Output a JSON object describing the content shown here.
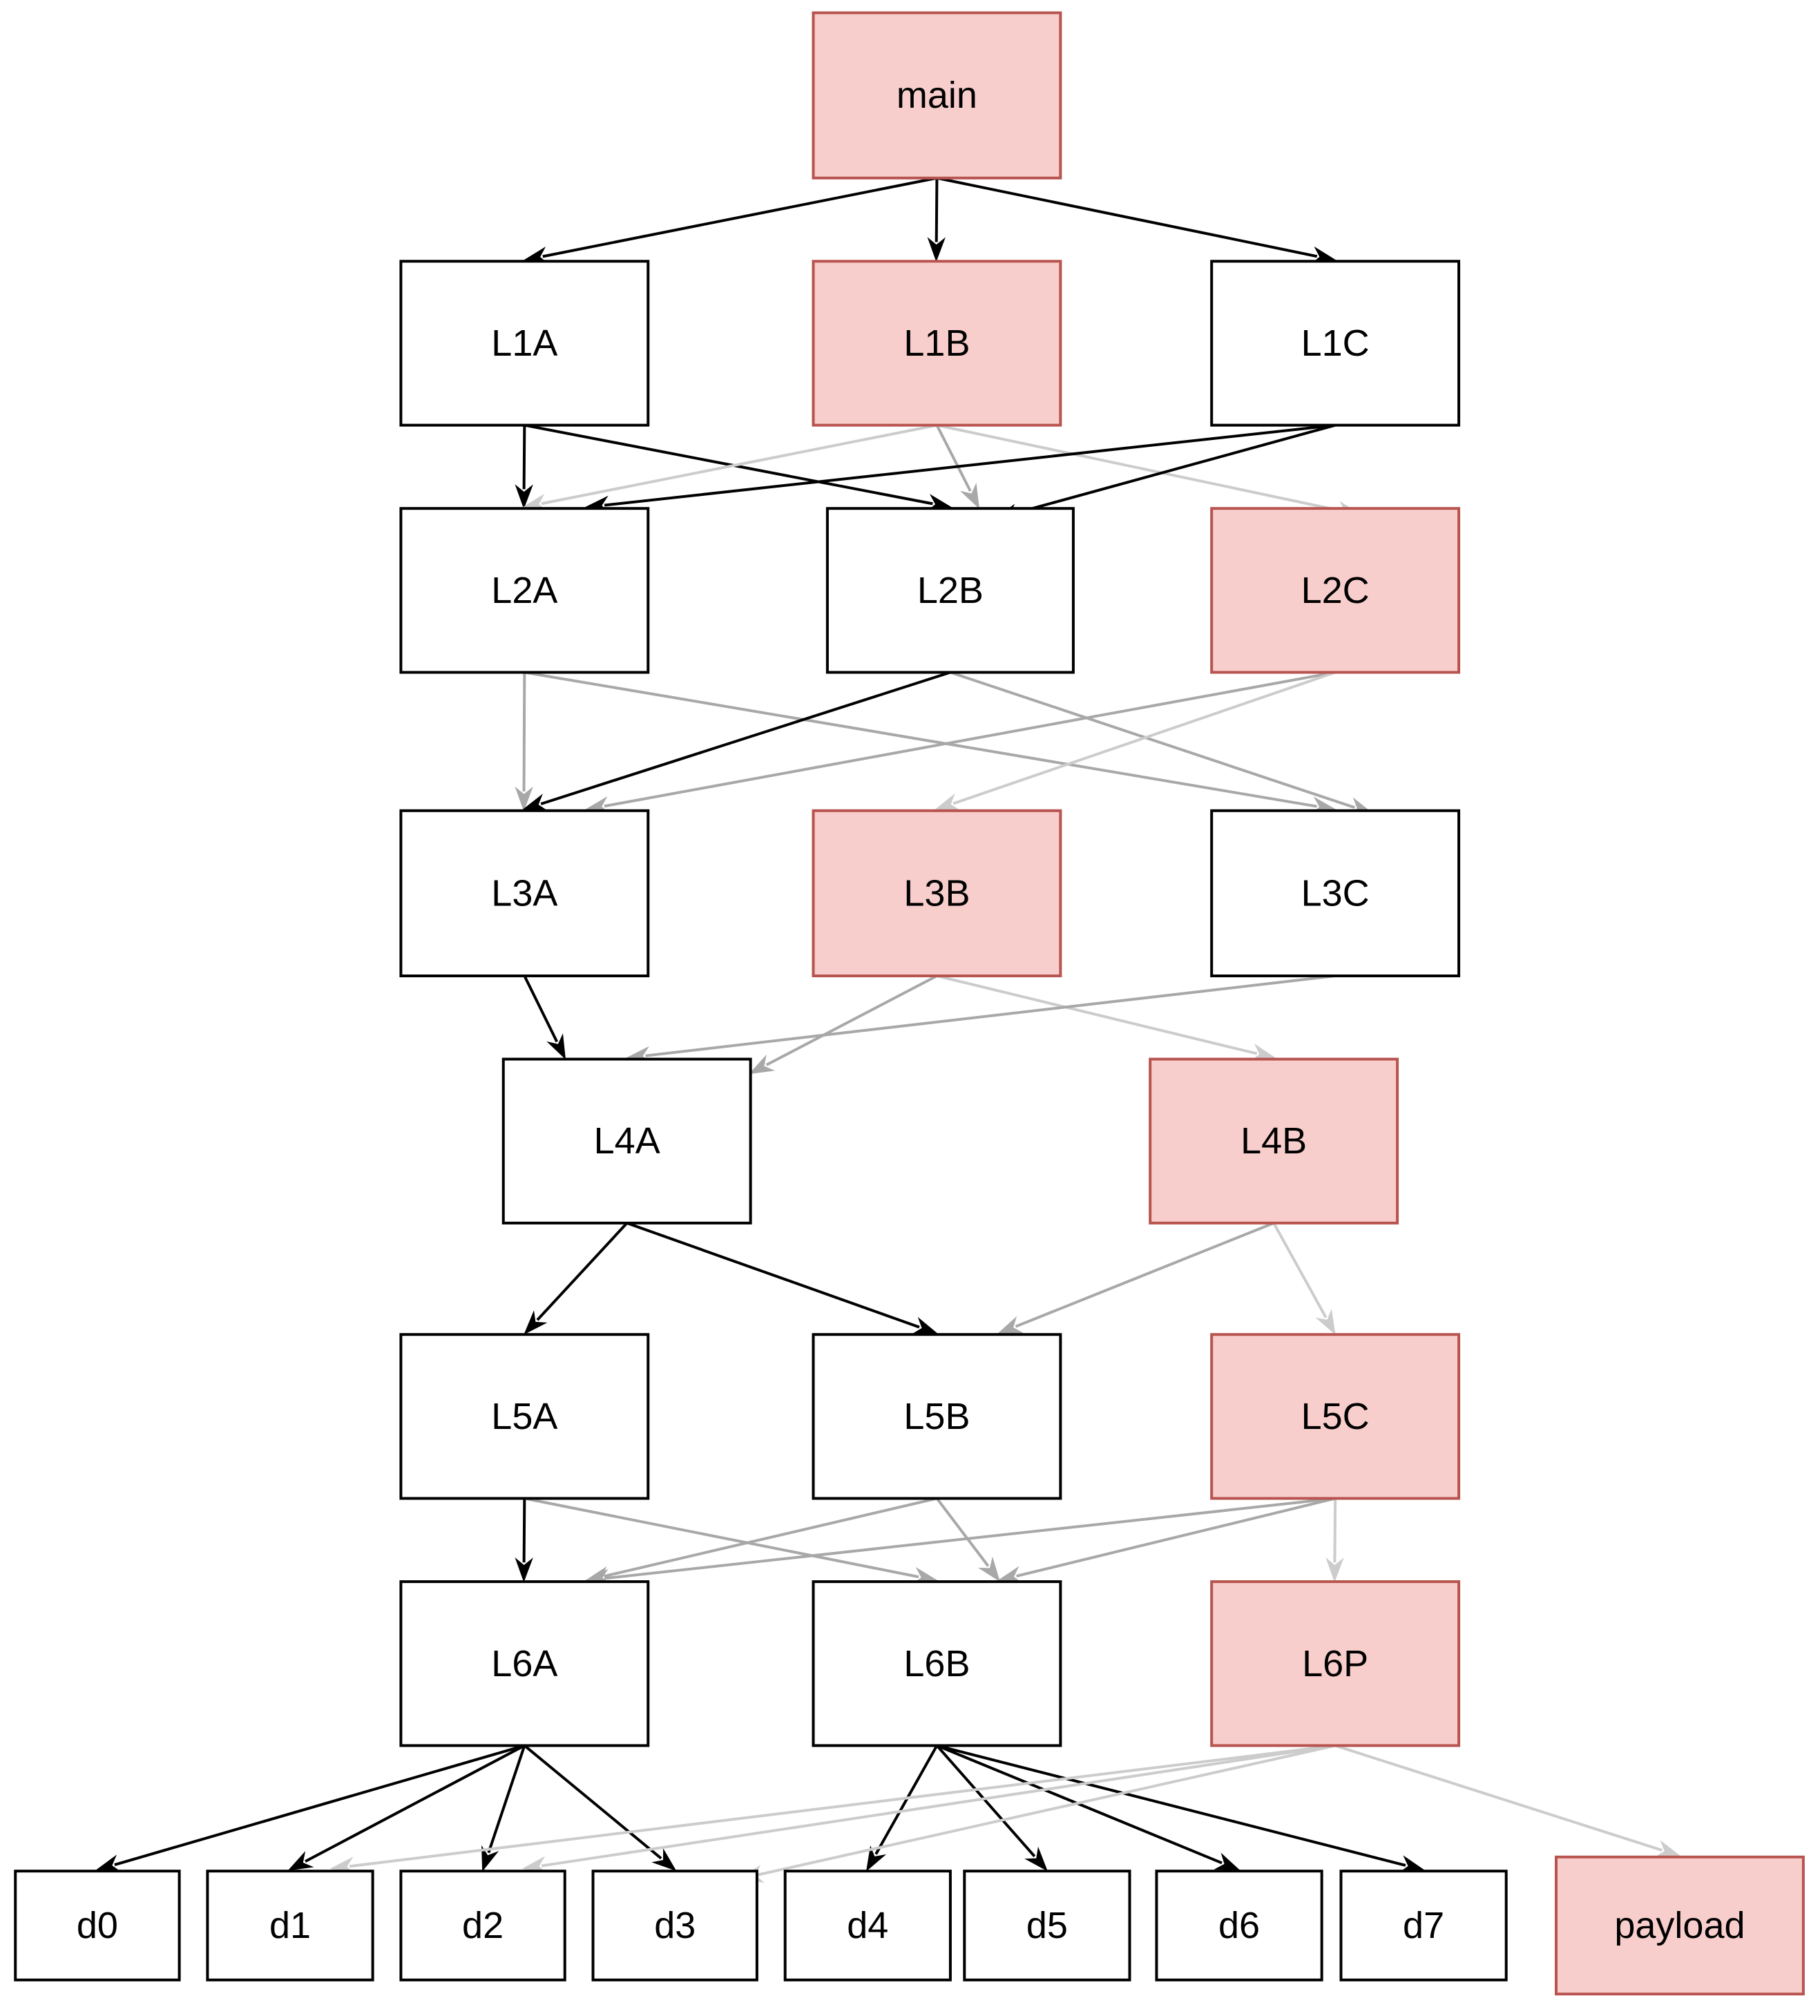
{
  "colors": {
    "highlight_fill": "#f8cecc",
    "highlight_stroke": "#b85450",
    "normal_fill": "#ffffff",
    "normal_stroke": "#000000",
    "edge_black": "#000000",
    "edge_grey": "#a8a8a8",
    "edge_lightgrey": "#cccccc"
  },
  "nodes": [
    {
      "id": "main",
      "label": "main",
      "highlighted": true
    },
    {
      "id": "L1A",
      "label": "L1A",
      "highlighted": false
    },
    {
      "id": "L1B",
      "label": "L1B",
      "highlighted": true
    },
    {
      "id": "L1C",
      "label": "L1C",
      "highlighted": false
    },
    {
      "id": "L2A",
      "label": "L2A",
      "highlighted": false
    },
    {
      "id": "L2B",
      "label": "L2B",
      "highlighted": false
    },
    {
      "id": "L2C",
      "label": "L2C",
      "highlighted": true
    },
    {
      "id": "L3A",
      "label": "L3A",
      "highlighted": false
    },
    {
      "id": "L3B",
      "label": "L3B",
      "highlighted": true
    },
    {
      "id": "L3C",
      "label": "L3C",
      "highlighted": false
    },
    {
      "id": "L4A",
      "label": "L4A",
      "highlighted": false
    },
    {
      "id": "L4B",
      "label": "L4B",
      "highlighted": true
    },
    {
      "id": "L5A",
      "label": "L5A",
      "highlighted": false
    },
    {
      "id": "L5B",
      "label": "L5B",
      "highlighted": false
    },
    {
      "id": "L5C",
      "label": "L5C",
      "highlighted": true
    },
    {
      "id": "L6A",
      "label": "L6A",
      "highlighted": false
    },
    {
      "id": "L6B",
      "label": "L6B",
      "highlighted": false
    },
    {
      "id": "L6P",
      "label": "L6P",
      "highlighted": true
    },
    {
      "id": "d0",
      "label": "d0",
      "highlighted": false
    },
    {
      "id": "d1",
      "label": "d1",
      "highlighted": false
    },
    {
      "id": "d2",
      "label": "d2",
      "highlighted": false
    },
    {
      "id": "d3",
      "label": "d3",
      "highlighted": false
    },
    {
      "id": "d4",
      "label": "d4",
      "highlighted": false
    },
    {
      "id": "d5",
      "label": "d5",
      "highlighted": false
    },
    {
      "id": "d6",
      "label": "d6",
      "highlighted": false
    },
    {
      "id": "d7",
      "label": "d7",
      "highlighted": false
    },
    {
      "id": "payload",
      "label": "payload",
      "highlighted": true
    }
  ],
  "edges": [
    {
      "from": "main",
      "to": "L1A",
      "style": "black"
    },
    {
      "from": "main",
      "to": "L1B",
      "style": "black"
    },
    {
      "from": "main",
      "to": "L1C",
      "style": "black"
    },
    {
      "from": "L1A",
      "to": "L2A",
      "style": "black"
    },
    {
      "from": "L1A",
      "to": "L2B",
      "style": "black"
    },
    {
      "from": "L1B",
      "to": "L2A",
      "style": "lightgrey"
    },
    {
      "from": "L1B",
      "to": "L2B",
      "style": "grey"
    },
    {
      "from": "L1B",
      "to": "L2C",
      "style": "lightgrey"
    },
    {
      "from": "L1C",
      "to": "L2A",
      "style": "black"
    },
    {
      "from": "L1C",
      "to": "L2B",
      "style": "black"
    },
    {
      "from": "L2A",
      "to": "L3A",
      "style": "grey"
    },
    {
      "from": "L2A",
      "to": "L3C",
      "style": "grey"
    },
    {
      "from": "L2B",
      "to": "L3A",
      "style": "black"
    },
    {
      "from": "L2B",
      "to": "L3C",
      "style": "grey"
    },
    {
      "from": "L2C",
      "to": "L3A",
      "style": "grey"
    },
    {
      "from": "L2C",
      "to": "L3B",
      "style": "lightgrey"
    },
    {
      "from": "L3A",
      "to": "L4A",
      "style": "black"
    },
    {
      "from": "L3B",
      "to": "L4A",
      "style": "grey"
    },
    {
      "from": "L3B",
      "to": "L4B",
      "style": "lightgrey"
    },
    {
      "from": "L3C",
      "to": "L4A",
      "style": "grey"
    },
    {
      "from": "L4A",
      "to": "L5A",
      "style": "black"
    },
    {
      "from": "L4A",
      "to": "L5B",
      "style": "black"
    },
    {
      "from": "L4B",
      "to": "L5B",
      "style": "grey"
    },
    {
      "from": "L4B",
      "to": "L5C",
      "style": "lightgrey"
    },
    {
      "from": "L5A",
      "to": "L6A",
      "style": "black"
    },
    {
      "from": "L5A",
      "to": "L6B",
      "style": "grey"
    },
    {
      "from": "L5B",
      "to": "L6A",
      "style": "grey"
    },
    {
      "from": "L5B",
      "to": "L6B",
      "style": "grey"
    },
    {
      "from": "L5C",
      "to": "L6A",
      "style": "grey"
    },
    {
      "from": "L5C",
      "to": "L6B",
      "style": "grey"
    },
    {
      "from": "L5C",
      "to": "L6P",
      "style": "lightgrey"
    },
    {
      "from": "L6A",
      "to": "d0",
      "style": "black"
    },
    {
      "from": "L6A",
      "to": "d1",
      "style": "black"
    },
    {
      "from": "L6A",
      "to": "d2",
      "style": "black"
    },
    {
      "from": "L6A",
      "to": "d3",
      "style": "black"
    },
    {
      "from": "L6B",
      "to": "d4",
      "style": "black"
    },
    {
      "from": "L6B",
      "to": "d5",
      "style": "black"
    },
    {
      "from": "L6B",
      "to": "d6",
      "style": "black"
    },
    {
      "from": "L6B",
      "to": "d7",
      "style": "black"
    },
    {
      "from": "L6P",
      "to": "d1",
      "style": "lightgrey"
    },
    {
      "from": "L6P",
      "to": "d2",
      "style": "lightgrey"
    },
    {
      "from": "L6P",
      "to": "d3",
      "style": "lightgrey"
    },
    {
      "from": "L6P",
      "to": "payload",
      "style": "lightgrey"
    }
  ]
}
